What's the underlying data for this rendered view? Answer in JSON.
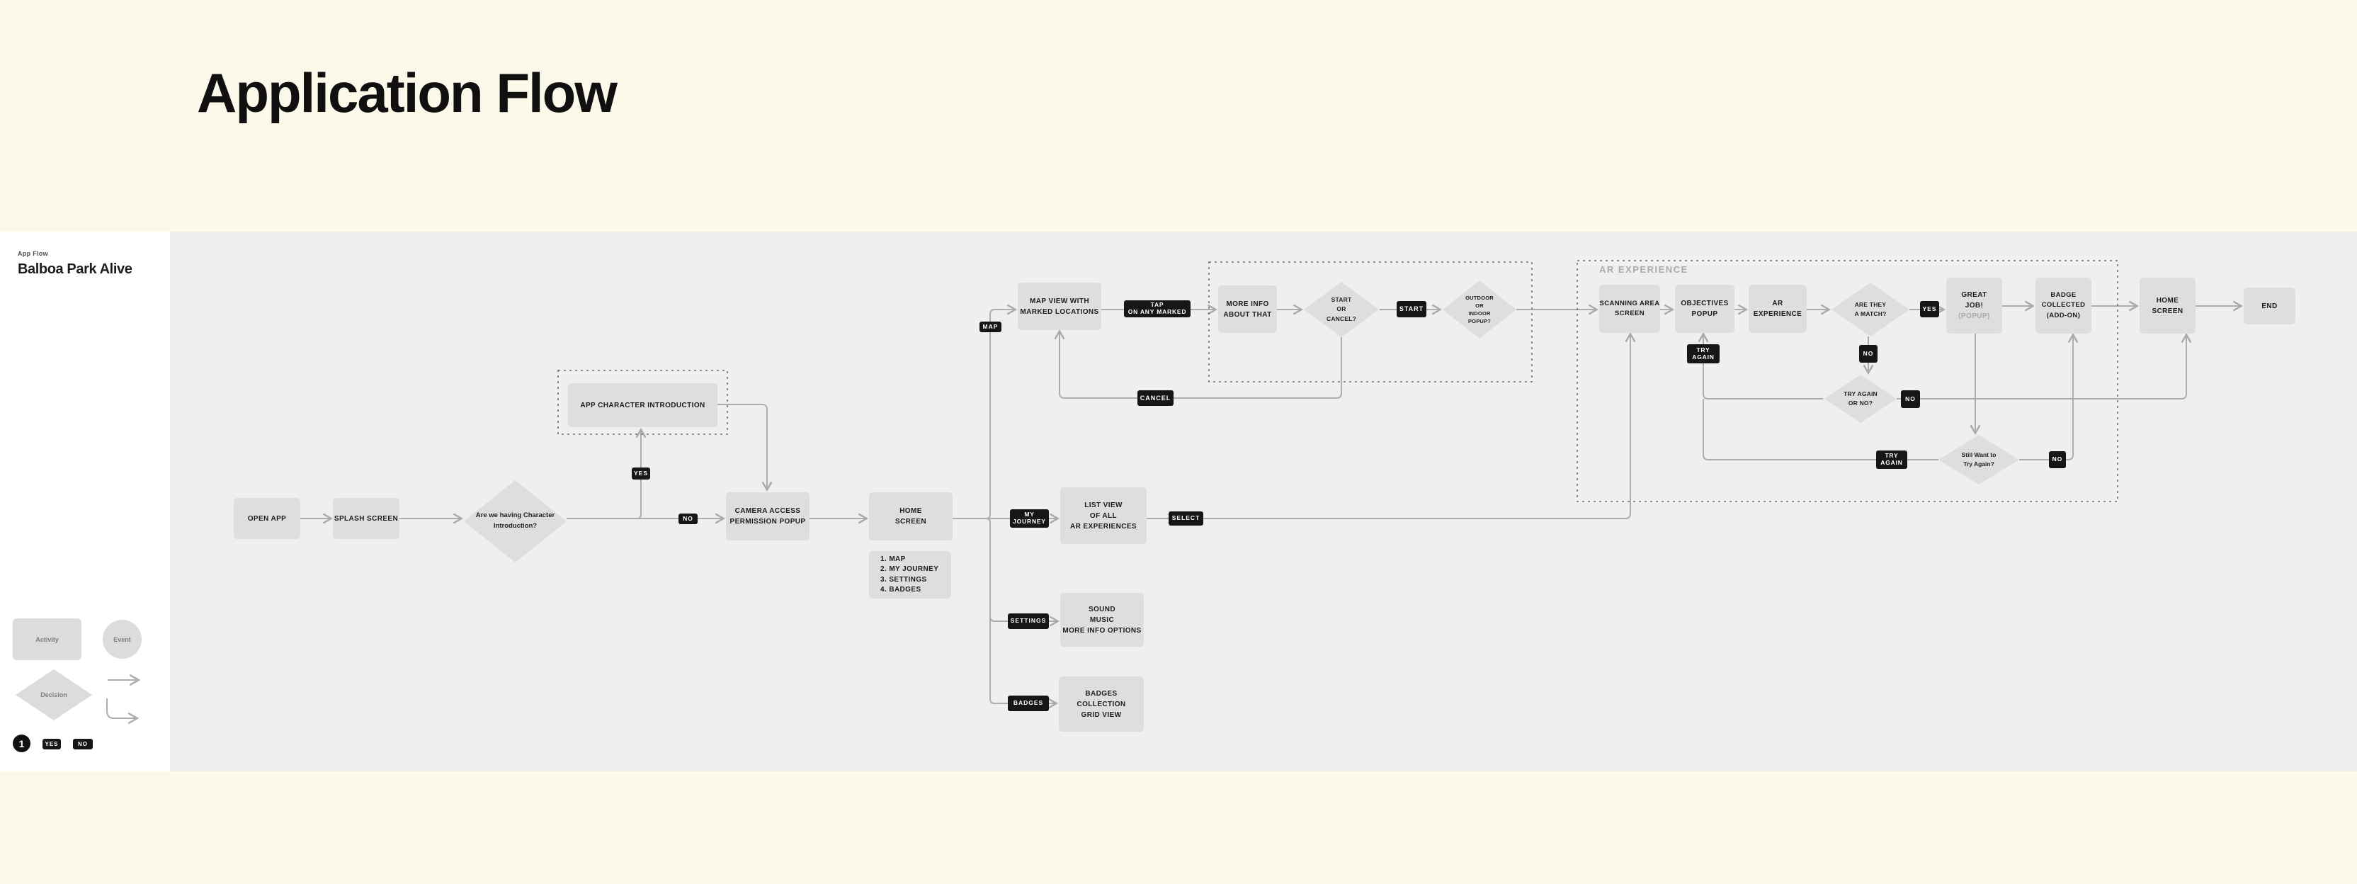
{
  "page": {
    "title": "Application Flow"
  },
  "sidebar": {
    "eyebrow": "App Flow",
    "title": "Balboa Park Alive",
    "legend": {
      "activity": "Activity",
      "event": "Event",
      "decision": "Decision",
      "number": "1",
      "yes": "YES",
      "no": "NO"
    }
  },
  "flow": {
    "section_ar": "AR EXPERIENCE",
    "nodes": {
      "open_app": "OPEN APP",
      "splash": "SPLASH SCREEN",
      "char_q": "Are we having Character\nIntroduction?",
      "app_char_intro": "APP CHARACTER INTRODUCTION",
      "camera": "CAMERA ACCESS\nPERMISSION POPUP",
      "home1": "HOME\nSCREEN",
      "menu": "1. MAP\n2. MY JOURNEY\n3. SETTINGS\n4. BADGES",
      "map_view": "MAP VIEW WITH\nMARKED LOCATIONS",
      "more_info": "MORE INFO\nABOUT THAT",
      "start_cancel": "START\nOR\nCANCEL?",
      "outdoor_indoor": "OUTDOOR\nOR\nINDOOR\nPOPUP?",
      "scanning": "SCANNING AREA\nSCREEN",
      "objectives": "OBJECTIVES\nPOPUP",
      "ar_exp": "AR\nEXPERIENCE",
      "match_q": "ARE THEY\nA MATCH?",
      "great_job": "GREAT\nJOB!",
      "great_job_sub": "(POPUP)",
      "badge_collected": "BADGE\nCOLLECTED\n(ADD-ON)",
      "home2": "HOME\nSCREEN",
      "end": "END",
      "try_again_q": "TRY AGAIN\nOR NO?",
      "still_q": "Still Want to\nTry Again?",
      "list_view": "LIST VIEW\nOF ALL\nAR EXPERIENCES",
      "settings_box": "SOUND\nMUSIC\nMORE INFO OPTIONS",
      "badges_box": "BADGES\nCOLLECTION\nGRID VIEW"
    },
    "labels": {
      "yes1": "YES",
      "no1": "NO",
      "map": "MAP",
      "tap": "TAP\nON ANY MARKED",
      "start": "START",
      "cancel": "CANCEL",
      "yes2": "YES",
      "no2": "NO",
      "try_again1": "TRY\nAGAIN",
      "no3": "NO",
      "try_again2": "TRY\nAGAIN",
      "no4": "NO",
      "my_journey": "MY\nJOURNEY",
      "select": "SELECT",
      "settings": "SETTINGS",
      "badges": "BADGES"
    }
  },
  "colors": {
    "page_bg": "#FDF9EA",
    "canvas_bg": "#EFEFEF",
    "sidebar_bg": "#FFFFFF",
    "node_fill": "#DEDEDE",
    "line": "#ADADAD",
    "pill_bg": "#161616",
    "pill_text": "#FFFFFF",
    "dashed_outline": "#6E6E6E",
    "ar_section_label": "#ABABAB"
  }
}
